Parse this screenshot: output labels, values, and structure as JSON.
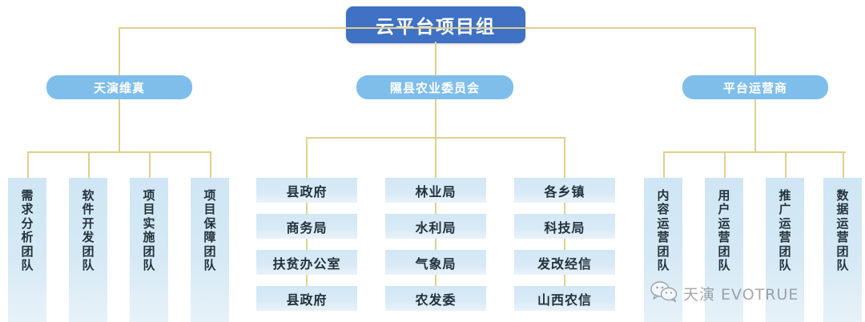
{
  "theme": {
    "root_fill": "#3f71c4",
    "level2_fill": "#7fbeea",
    "leaf_fill": "#d3e8f5",
    "connector": "#e0cf8d",
    "background": "#ffffff",
    "leaf_text": "#23323c"
  },
  "chart_data": {
    "type": "diagram",
    "title": "云平台项目组",
    "root": {
      "label": "云平台项目组"
    },
    "branches": [
      {
        "label": "天演维真",
        "orientation": "vertical",
        "children": [
          {
            "label": "需求分析团队",
            "chars": [
              "需",
              "求",
              "分",
              "析",
              "团",
              "队"
            ]
          },
          {
            "label": "软件开发团队",
            "chars": [
              "软",
              "件",
              "开",
              "发",
              "团",
              "队"
            ]
          },
          {
            "label": "项目实施团队",
            "chars": [
              "项",
              "目",
              "实",
              "施",
              "团",
              "队"
            ]
          },
          {
            "label": "项目保障团队",
            "chars": [
              "项",
              "目",
              "保",
              "障",
              "团",
              "队"
            ]
          }
        ]
      },
      {
        "label": "隰县农业委员会",
        "orientation": "horizontal",
        "columns": [
          {
            "items": [
              "县政府",
              "商务局",
              "扶贫办公室",
              "县政府"
            ]
          },
          {
            "items": [
              "林业局",
              "水利局",
              "气象局",
              "农发委"
            ]
          },
          {
            "items": [
              "各乡镇",
              "科技局",
              "发改经信",
              "山西农信"
            ]
          }
        ]
      },
      {
        "label": "平台运营商",
        "orientation": "vertical",
        "children": [
          {
            "label": "内容运营团队",
            "chars": [
              "内",
              "容",
              "运",
              "营",
              "团",
              "队"
            ]
          },
          {
            "label": "用户运营团队",
            "chars": [
              "用",
              "户",
              "运",
              "营",
              "团",
              "队"
            ]
          },
          {
            "label": "推广运营团队",
            "chars": [
              "推",
              "广",
              "运",
              "营",
              "团",
              "队"
            ]
          },
          {
            "label": "数据运营团队",
            "chars": [
              "数",
              "据",
              "运",
              "营",
              "团",
              "队"
            ]
          }
        ]
      }
    ]
  },
  "watermark": {
    "icon": "wechat-icon",
    "text": "天演 EVOTRUE"
  }
}
